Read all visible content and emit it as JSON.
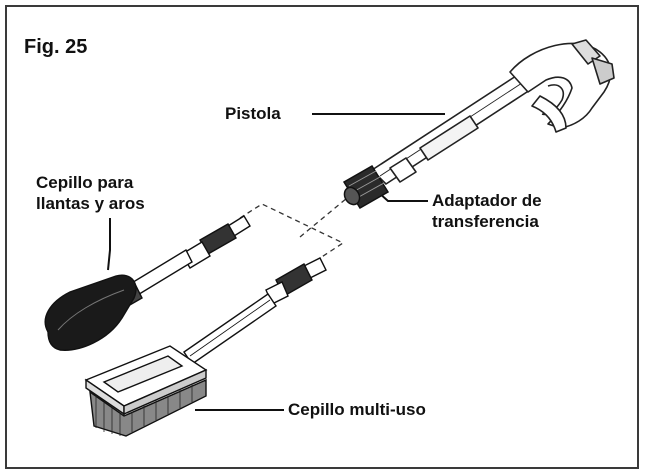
{
  "figure": {
    "title": "Fig. 25"
  },
  "labels": {
    "pistola": "Pistola",
    "cepillo_llantas_line1": "Cepillo para",
    "cepillo_llantas_line2": "llantas y aros",
    "adaptador_line1": "Adaptador de",
    "adaptador_line2": "transferencia",
    "cepillo_multi": "Cepillo multi-uso"
  }
}
